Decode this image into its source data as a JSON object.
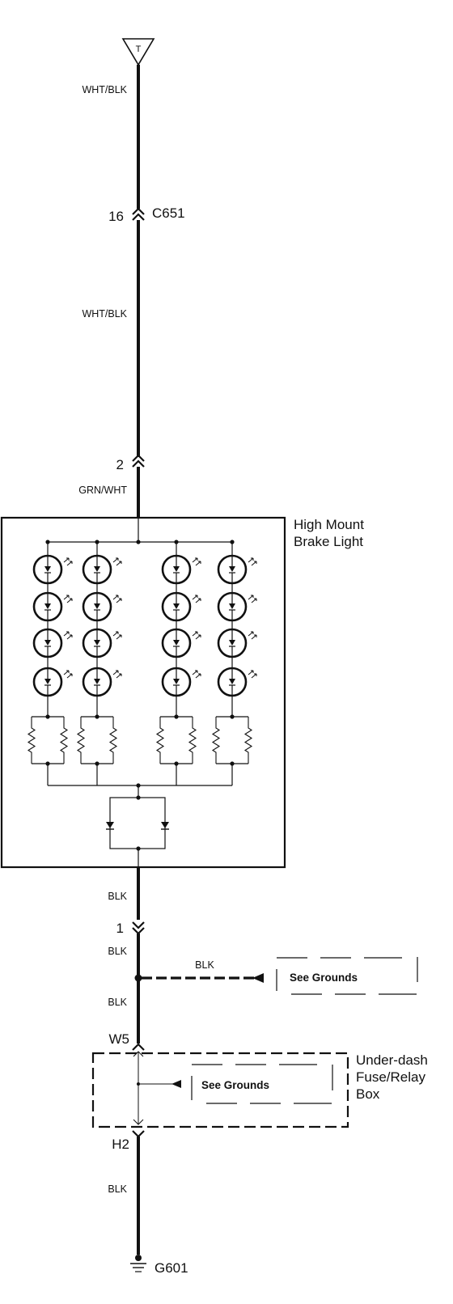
{
  "source_terminal": "T",
  "wires": {
    "w1": "WHT/BLK",
    "w2": "WHT/BLK",
    "w3": "GRN/WHT",
    "w4": "BLK",
    "w5": "BLK",
    "w6": "BLK",
    "branch": "BLK",
    "w7": "BLK"
  },
  "connectors": {
    "c651_pin": "16",
    "c651_name": "C651",
    "light_in_pin": "2",
    "light_out_pin": "1",
    "w5": "W5",
    "h2": "H2"
  },
  "components": {
    "brake_light": [
      "High Mount",
      "Brake Light"
    ],
    "fuse_box": [
      "Under-dash",
      "Fuse/Relay",
      "Box"
    ]
  },
  "references": {
    "grounds_1": "See Grounds",
    "grounds_2": "See Grounds"
  },
  "ground": "G601",
  "colors": {
    "wire": "#111111",
    "background": "#ffffff"
  }
}
